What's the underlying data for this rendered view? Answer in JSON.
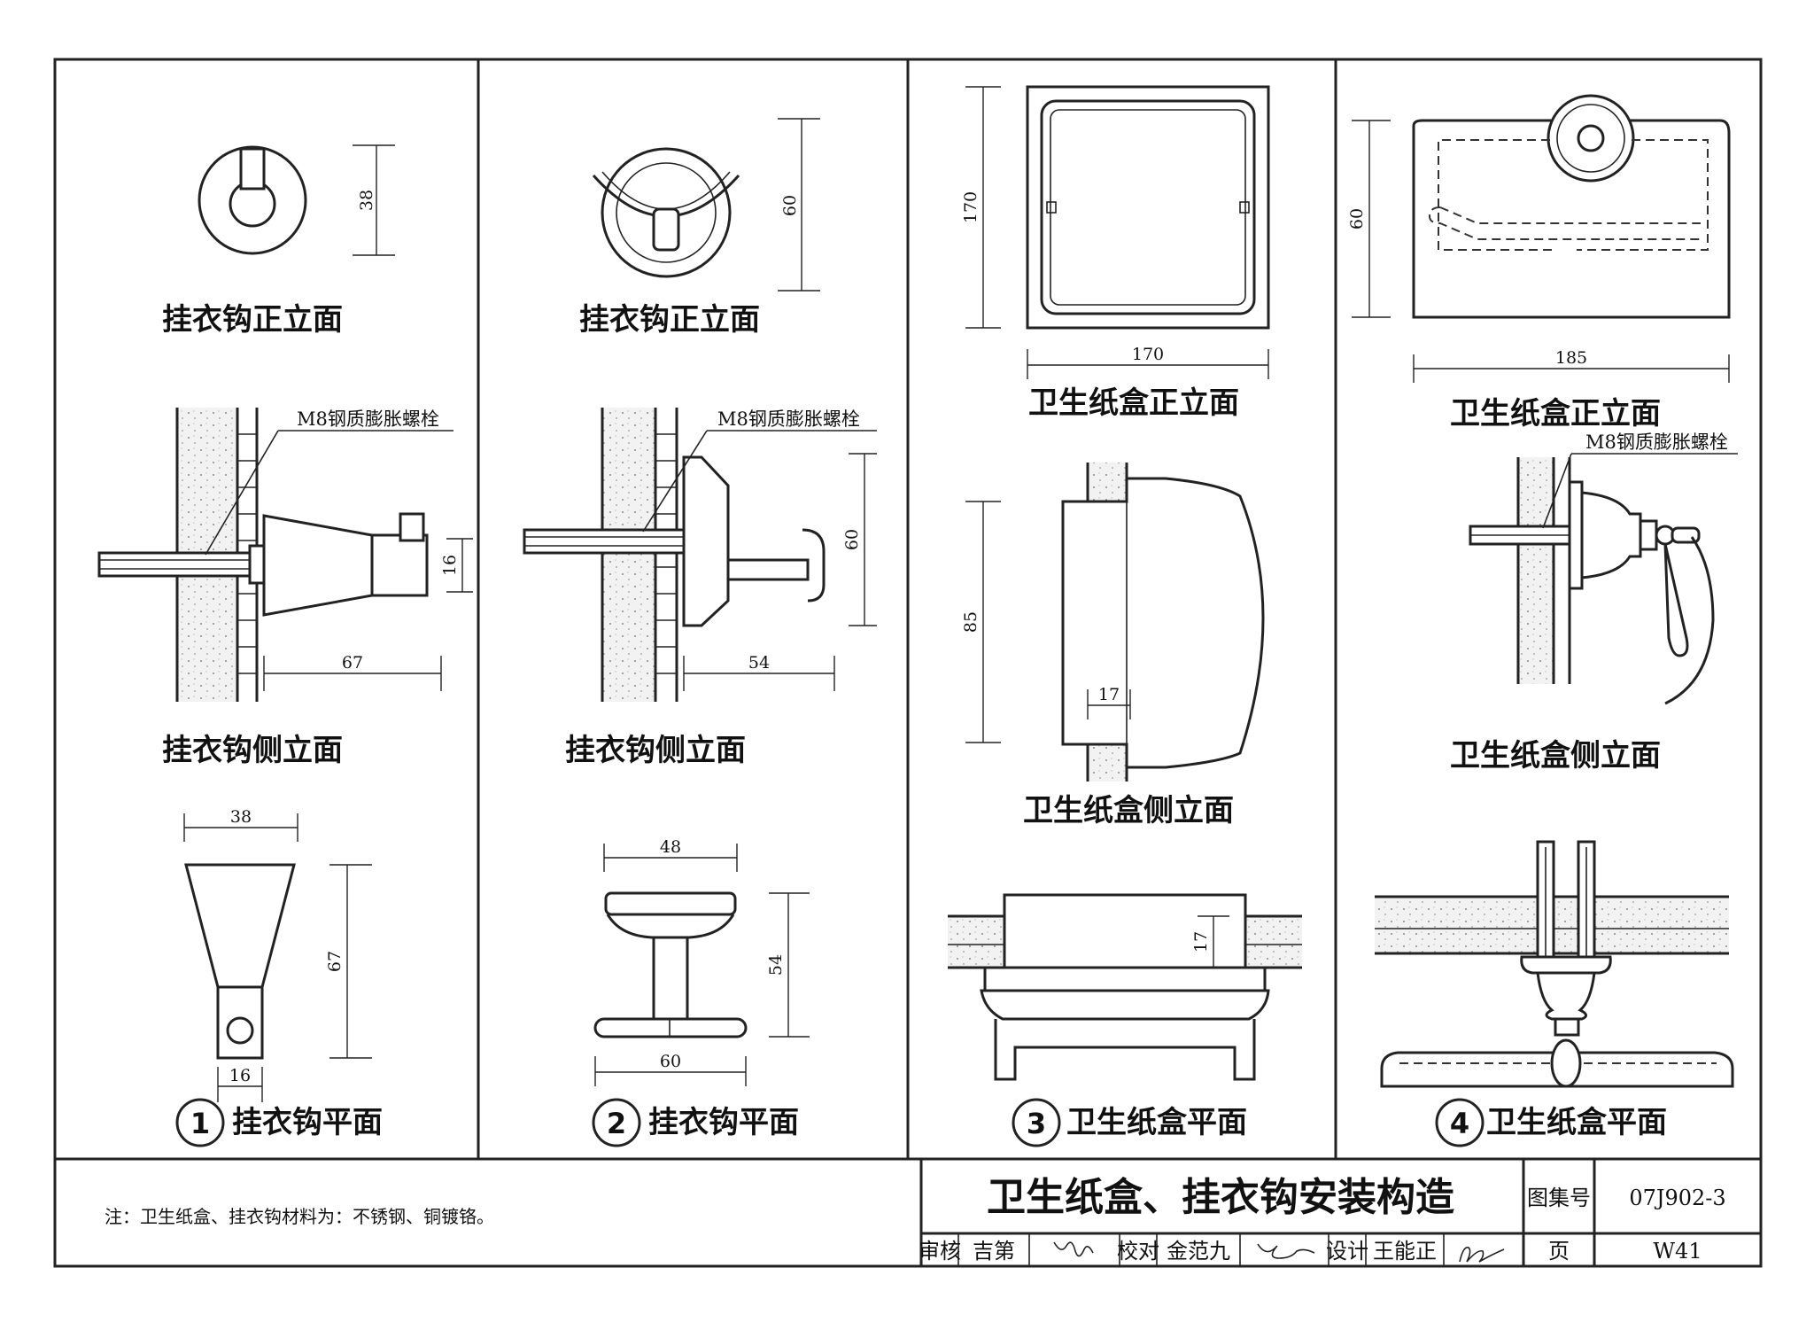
{
  "captions": {
    "c1_front": "挂衣钩正立面",
    "c1_side": "挂衣钩侧立面",
    "c1_plan": "挂衣钩平面",
    "c2_front": "挂衣钩正立面",
    "c2_side": "挂衣钩侧立面",
    "c2_plan": "挂衣钩平面",
    "c3_front": "卫生纸盒正立面",
    "c3_side": "卫生纸盒侧立面",
    "c3_plan": "卫生纸盒平面",
    "c4_front": "卫生纸盒正立面",
    "c4_side": "卫生纸盒侧立面",
    "c4_plan": "卫生纸盒平面"
  },
  "detail_numbers": [
    "1",
    "2",
    "3",
    "4"
  ],
  "annotations": {
    "bolt": "M8钢质膨胀螺栓"
  },
  "dims": {
    "d1_38": "38",
    "d1_16": "16",
    "d1_67": "67",
    "d1p_38": "38",
    "d1p_67": "67",
    "d1p_16": "16",
    "d2_60": "60",
    "d2s_60": "60",
    "d2s_54": "54",
    "d2p_48": "48",
    "d2p_54": "54",
    "d2p_60": "60",
    "d3_170v": "170",
    "d3_170h": "170",
    "d3s_85": "85",
    "d3s_17": "17",
    "d3p_17": "17",
    "d4_60": "60",
    "d4_185": "185"
  },
  "title_block": {
    "title": "卫生纸盒、挂衣钩安装构造",
    "atlas_label": "图集号",
    "atlas_no": "07J902-3",
    "page_label": "页",
    "page_no": "W41",
    "review_label": "审核",
    "reviewer": "吉第",
    "check_label": "校对",
    "checker": "金范九",
    "design_label": "设计",
    "designer": "王能正"
  },
  "note": "注：卫生纸盒、挂衣钩材料为：不锈钢、铜镀铬。"
}
